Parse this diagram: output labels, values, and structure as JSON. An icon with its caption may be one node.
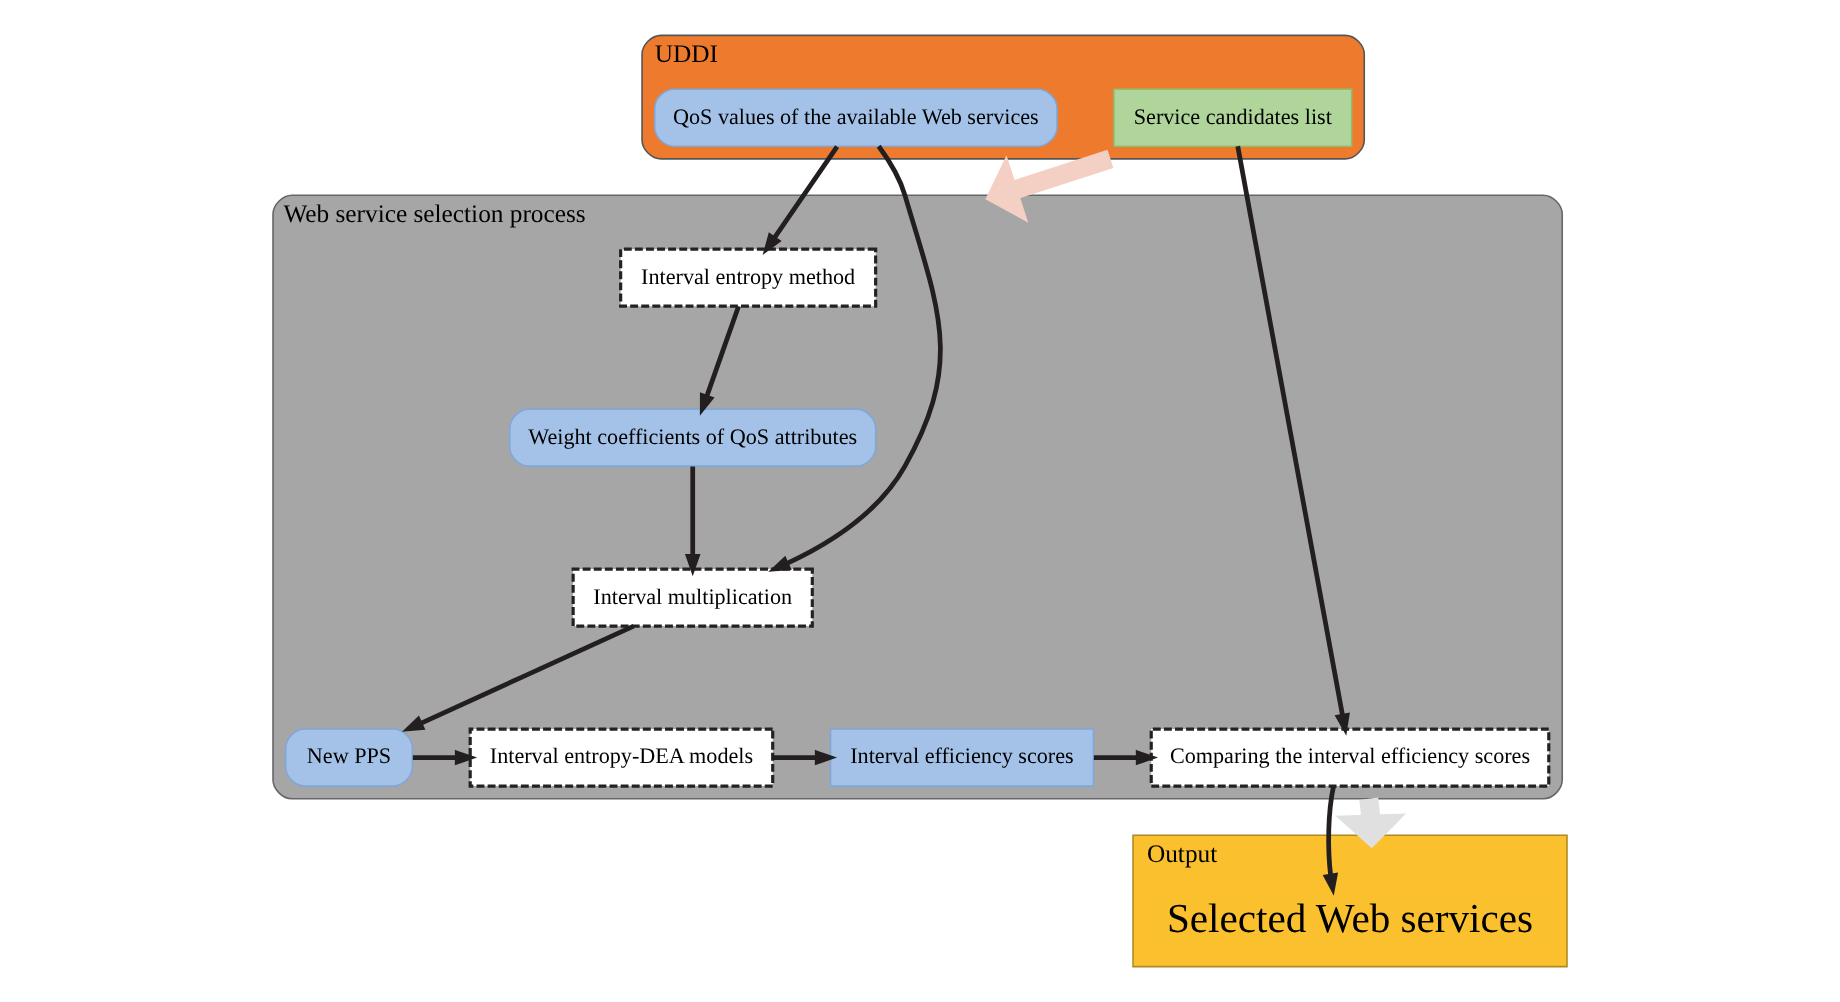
{
  "diagram": {
    "nodes": [
      {
        "text": [
          "UDDI"
        ]
      },
      {
        "text": [
          "QoS values of the available Web services"
        ],
        "in": 0
      },
      {
        "text": [
          "Service candidates list"
        ],
        "in": 0
      },
      {
        "text": [
          "Web service selection process"
        ]
      },
      {
        "text": [
          "Interval entropy method"
        ],
        "in": 3
      },
      {
        "text": [
          "Weight coefficients of QoS attributes"
        ],
        "in": 3
      },
      {
        "text": [
          "Interval multiplication"
        ],
        "in": 3
      },
      {
        "text": [
          "New PPS"
        ],
        "in": 3
      },
      {
        "text": [
          "Interval entropy-DEA models"
        ],
        "in": 3
      },
      {
        "text": [
          "Interval efficiency scores"
        ],
        "in": 3
      },
      {
        "text": [
          "Comparing the interval efficiency scores"
        ],
        "in": 3
      },
      {
        "text": [
          "Output"
        ]
      },
      {
        "text": [
          "Selected Web services"
        ],
        "in": 11
      }
    ],
    "edges": [
      {
        "from": 1,
        "to": 4,
        "arrow": "to"
      },
      {
        "from": 4,
        "to": 5,
        "arrow": "to"
      },
      {
        "from": 5,
        "to": 6,
        "arrow": "to"
      },
      {
        "from": 1,
        "to": 6,
        "arrow": "to"
      },
      {
        "from": 6,
        "to": 7,
        "arrow": "to"
      },
      {
        "from": 7,
        "to": 8,
        "arrow": "to"
      },
      {
        "from": 8,
        "to": 9,
        "arrow": "to"
      },
      {
        "from": 9,
        "to": 10,
        "arrow": "to"
      },
      {
        "from": 2,
        "to": 10,
        "arrow": "to"
      },
      {
        "from": 10,
        "to": 12,
        "arrow": "to"
      },
      {
        "from": 0,
        "to": 3,
        "arrow": "to",
        "style": "thick",
        "color": "#f4cfc3"
      },
      {
        "from": 3,
        "to": 11,
        "arrow": "to",
        "style": "thick",
        "color": "#e0e0e0"
      }
    ]
  }
}
